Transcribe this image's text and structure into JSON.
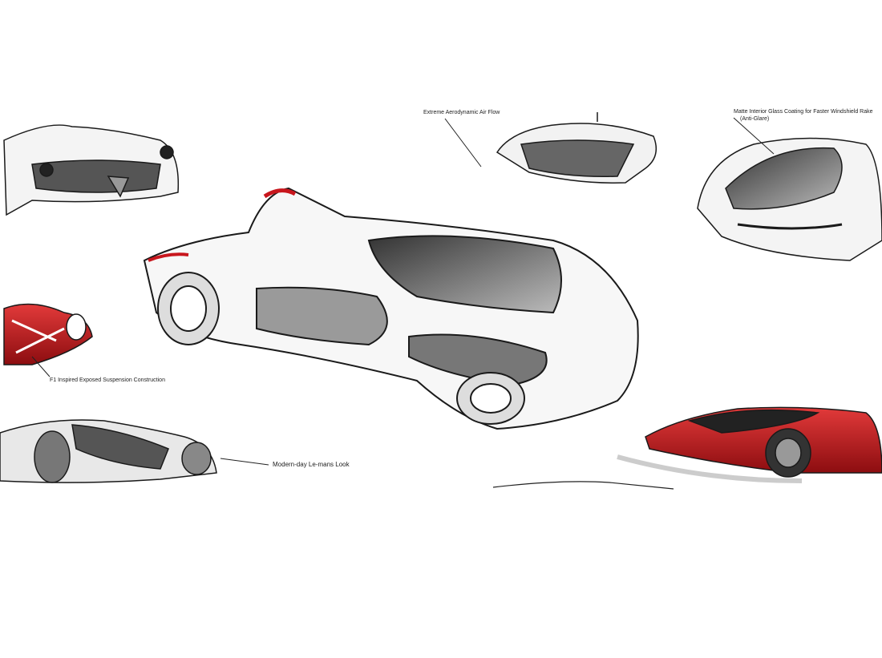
{
  "annotations": {
    "airflow": "Extreme Aerodynamic Air Flow",
    "glass_line1": "Matte Interior Glass Coating for Faster Windshield Rake",
    "glass_line2": "(Anti-Glare)",
    "suspension": "F1 Inspired Exposed Suspension Construction",
    "lemans": "Modern-day Le-mans Look"
  },
  "colors": {
    "ink": "#1a1a1a",
    "accent_red": "#c8161d",
    "shade": "#8a8a8a"
  }
}
